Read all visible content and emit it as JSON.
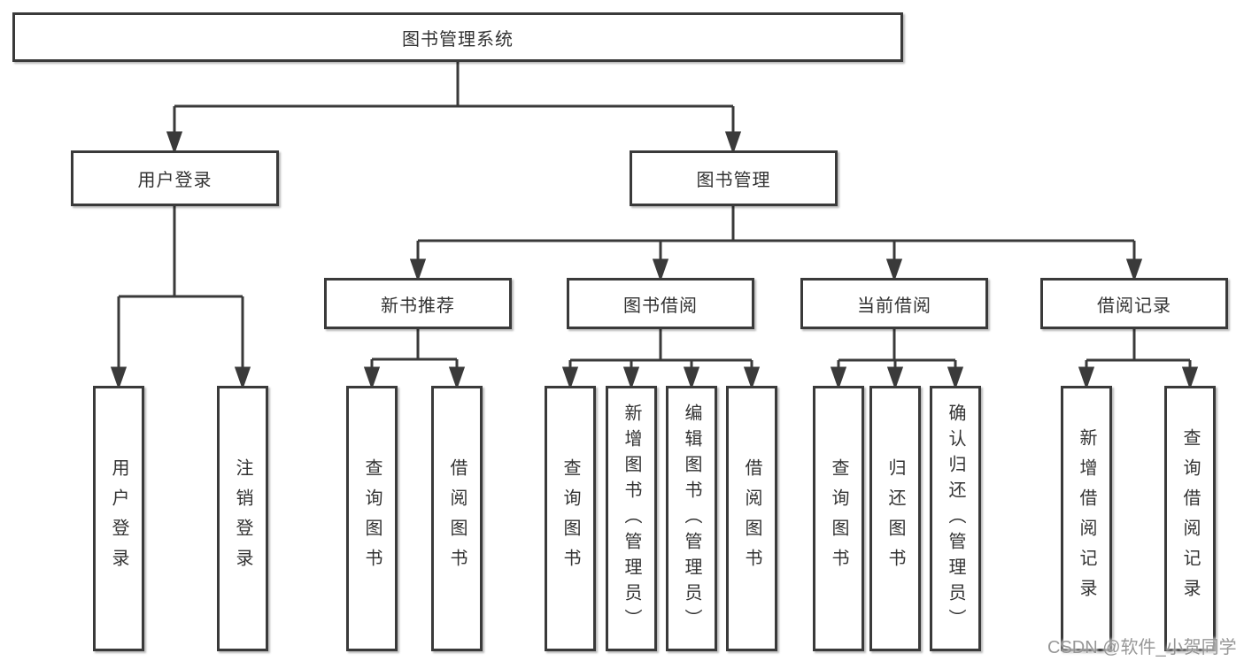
{
  "diagram": {
    "root": "图书管理系统",
    "level2": {
      "user_login": "用户登录",
      "book_mgmt": "图书管理"
    },
    "level3": {
      "new_book": "新书推荐",
      "borrow": "图书借阅",
      "current": "当前借阅",
      "record": "借阅记录"
    },
    "leaves": {
      "user_login": [
        "用户登录",
        "注销登录"
      ],
      "new_book": [
        "查询图书",
        "借阅图书"
      ],
      "borrow": [
        "查询图书",
        "新增图书（管理员）",
        "编辑图书（管理员）",
        "借阅图书"
      ],
      "current": [
        "查询图书",
        "归还图书",
        "确认归还（管理员）"
      ],
      "record": [
        "新增借阅记录",
        "查询借阅记录"
      ]
    },
    "watermark": "CSDN @软件_小贺同学",
    "colors": {
      "line": "#3a3a3a",
      "text": "#333333",
      "background": "#ffffff",
      "watermark": "#919191"
    }
  }
}
